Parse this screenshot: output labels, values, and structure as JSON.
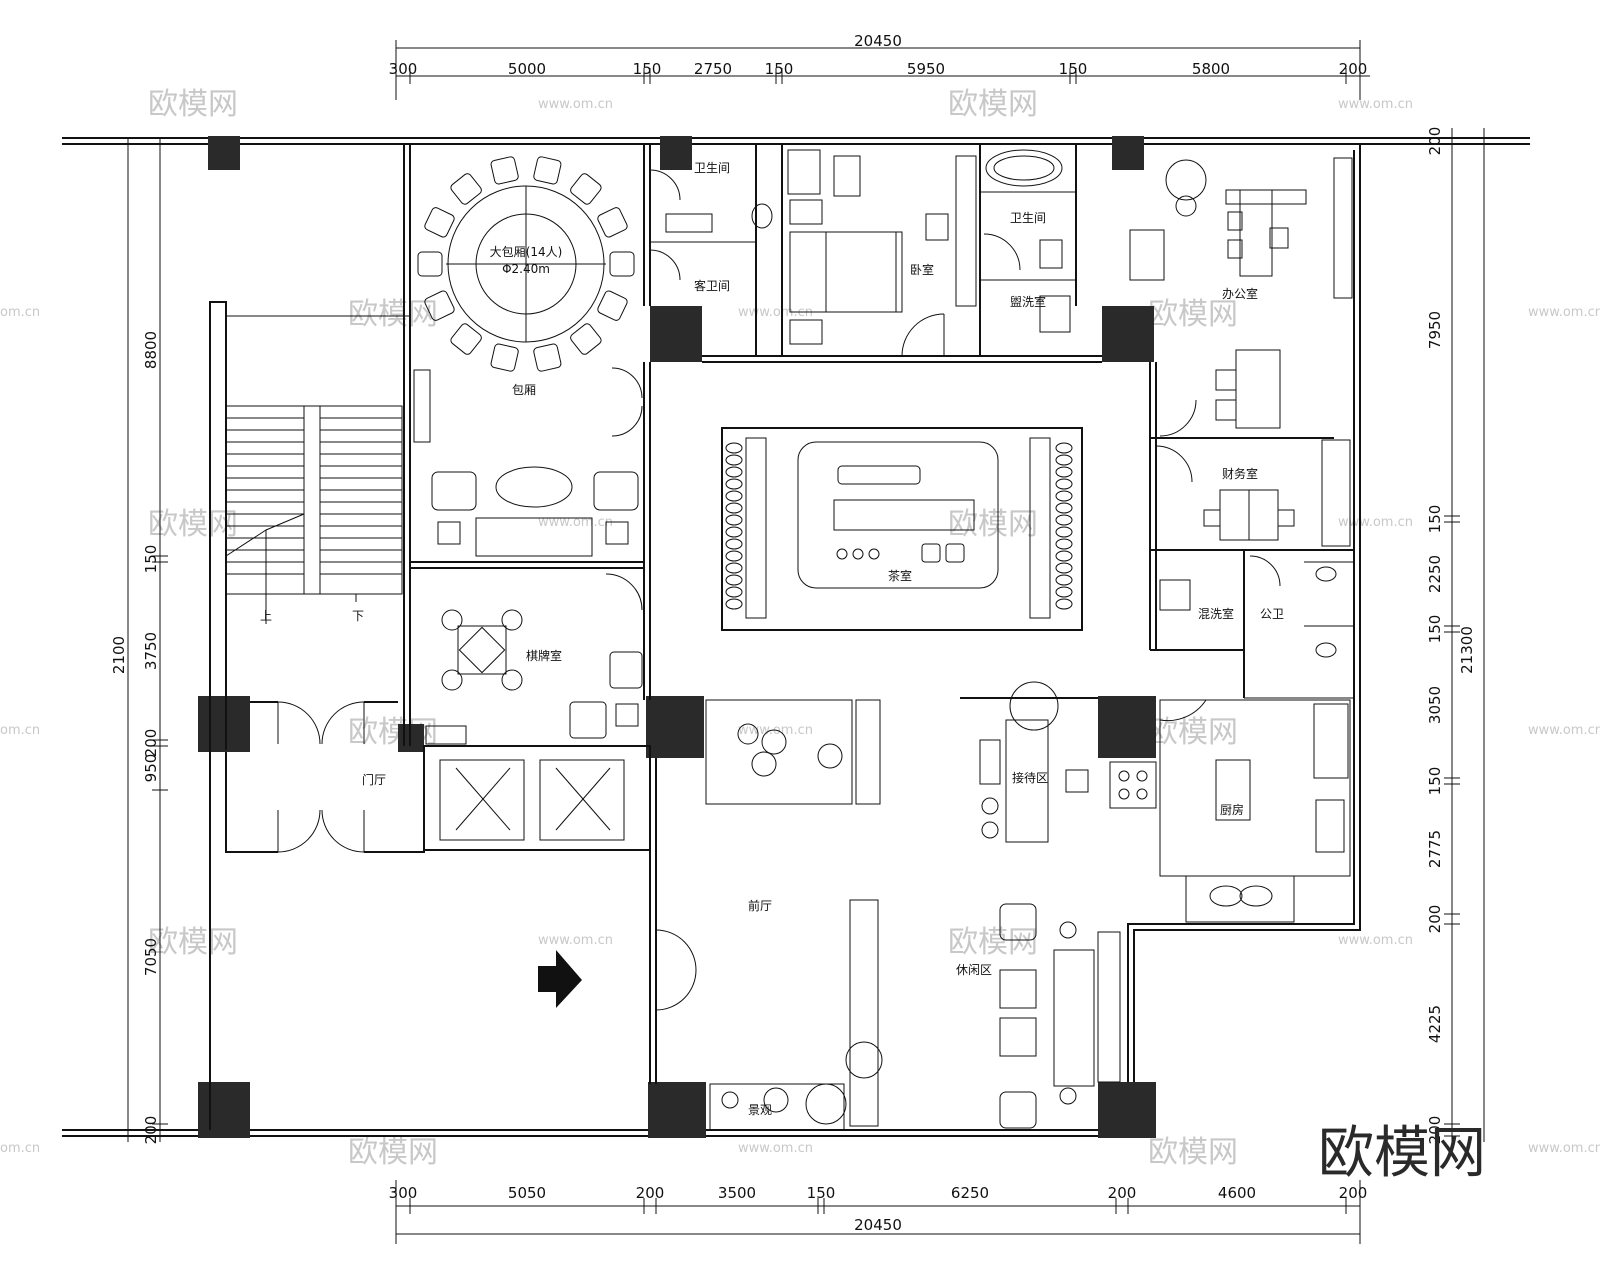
{
  "dimensions": {
    "top_total": "20450",
    "top_segments": [
      "300",
      "5000",
      "150",
      "2750",
      "150",
      "5950",
      "150",
      "5800",
      "200"
    ],
    "bottom_total": "20450",
    "bottom_segments": [
      "300",
      "5050",
      "200",
      "3500",
      "150",
      "6250",
      "200",
      "4600",
      "200"
    ],
    "left_total": "2100",
    "left_segments": [
      "8800",
      "150",
      "3750",
      "200",
      "950",
      "7050",
      "200"
    ],
    "right_total": "21300",
    "right_segments": [
      "200",
      "7950",
      "150",
      "2250",
      "150",
      "3050",
      "150",
      "2775",
      "200",
      "4225",
      "200"
    ]
  },
  "rooms": {
    "toilet_top": "卫生间",
    "restroom_guest": "客卫间",
    "private_dining": "包厢",
    "round_table_note1": "大包厢(14人)",
    "round_table_note2": "Φ2.40m",
    "bedroom": "卧室",
    "bathroom": "卫生间",
    "washroom": "盥洗室",
    "office": "办公室",
    "finance": "财务室",
    "mixed_wash": "混洗室",
    "restroom": "公卫",
    "tea_room": "茶室",
    "chess_room": "棋牌室",
    "foyer": "门厅",
    "front_hall": "前厅",
    "reception": "接待区",
    "lounge": "休闲区",
    "kitchen": "厨房",
    "garden": "景观",
    "stair_up": "上",
    "stair_down": "下"
  },
  "watermarks": {
    "logo": "欧模网",
    "url": "www.om.cn",
    "url_short": "om.cn",
    "brand": "欧模网"
  }
}
